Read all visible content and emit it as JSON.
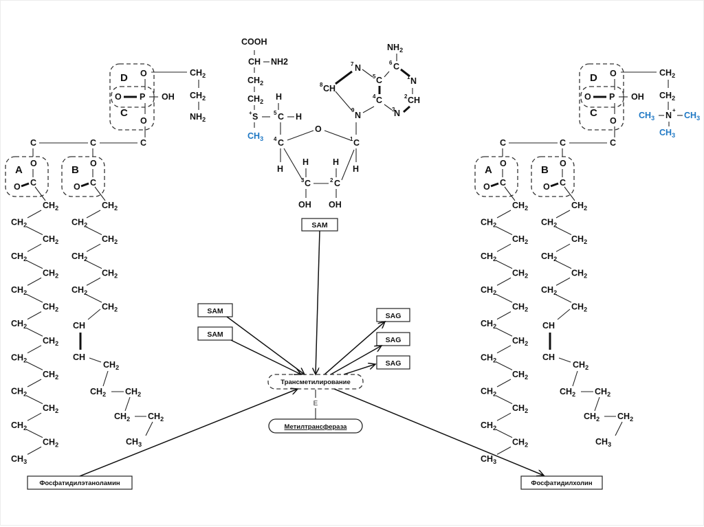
{
  "diagram": {
    "title": "Transmethylation of phosphatidylethanolamine to phosphatidylcholine",
    "region_labels": [
      "A",
      "B",
      "C",
      "D"
    ],
    "left_molecule": {
      "name_label": "Фосфатидилэтаноламин",
      "head_group": [
        "CH2",
        "CH2",
        "NH2"
      ],
      "phosphate": {
        "P": "P",
        "O_double": "O",
        "OH": "OH",
        "O_top": "O",
        "O_bottom": "O"
      },
      "glycerol": [
        "C",
        "C",
        "C"
      ],
      "ester_O": "O",
      "carbonyl_O": "O",
      "carbonyl_C": "C",
      "chain_a": [
        "CH2",
        "CH2",
        "CH2",
        "CH2",
        "CH2",
        "CH2",
        "CH2",
        "CH2",
        "CH2",
        "CH2",
        "CH2",
        "CH2",
        "CH2",
        "CH2",
        "CH2",
        "CH3"
      ],
      "chain_b": [
        "CH2",
        "CH2",
        "CH2",
        "CH2",
        "CH2",
        "CH2",
        "CH2",
        "CH",
        "CH",
        "CH2",
        "CH2",
        "CH2",
        "CH2",
        "CH2",
        "CH3"
      ]
    },
    "right_molecule": {
      "name_label": "Фосфатидилхолин",
      "head_group": [
        "CH2",
        "CH2"
      ],
      "choline": {
        "N": "N",
        "charge": "+",
        "methyls": [
          "CH3",
          "CH3",
          "CH3"
        ]
      }
    },
    "sam_structure": {
      "methionine": [
        "COOH",
        "CH",
        "NH2",
        "CH2",
        "CH2"
      ],
      "sulfonium": {
        "S": "S",
        "charge": "+",
        "methyl": "CH3"
      },
      "ribose": {
        "atoms": [
          "C",
          "C",
          "C",
          "C",
          "C",
          "O"
        ],
        "numbers": [
          "5",
          "4",
          "3",
          "2",
          "1"
        ],
        "H": "H",
        "OH": "OH"
      },
      "adenine": {
        "atoms": [
          "N",
          "C",
          "C",
          "N",
          "CH",
          "N",
          "CH",
          "N",
          "C"
        ],
        "numbers": [
          "7",
          "6",
          "5",
          "1",
          "8",
          "4",
          "2",
          "9",
          "3"
        ],
        "amino": "NH2"
      },
      "label": "SAM"
    },
    "reaction": {
      "inputs": [
        "SAM",
        "SAM"
      ],
      "outputs": [
        "SAG",
        "SAG",
        "SAG"
      ],
      "process": "Трансметилирование",
      "enzyme_marker": "E",
      "enzyme": "Метилтрансфераза"
    },
    "colors": {
      "methyl_highlight": "#1f78c4",
      "ink": "#111111"
    }
  }
}
